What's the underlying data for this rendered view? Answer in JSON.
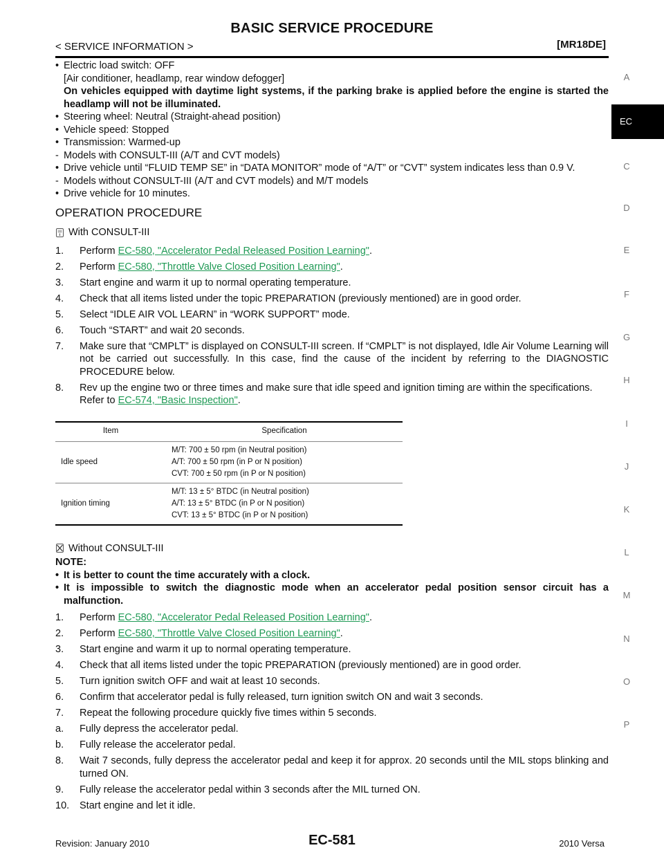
{
  "header": {
    "title": "BASIC SERVICE PROCEDURE",
    "section": "< SERVICE INFORMATION >",
    "model_code": "[MR18DE]"
  },
  "side_index": [
    "A",
    "EC",
    "C",
    "D",
    "E",
    "F",
    "G",
    "H",
    "I",
    "J",
    "K",
    "L",
    "M",
    "N",
    "O",
    "P"
  ],
  "prep": {
    "electric_load": "Electric load switch: OFF",
    "electric_load_detail": "[Air conditioner, headlamp, rear window defogger]",
    "drl_note": "On vehicles equipped with daytime light systems, if the parking brake is applied before the engine is started the headlamp will not be illuminated.",
    "steering": "Steering wheel: Neutral (Straight-ahead position)",
    "speed": "Vehicle speed: Stopped",
    "transmission": "Transmission: Warmed-up",
    "with_consult": "Models with CONSULT-III (A/T and CVT models)",
    "drive_until": "Drive vehicle until “FLUID TEMP SE” in “DATA MONITOR” mode of “A/T” or “CVT” system indicates less than 0.9 V.",
    "without_consult": "Models without CONSULT-III (A/T and CVT models) and M/T models",
    "drive_minutes": "Drive vehicle for 10 minutes."
  },
  "operation": {
    "heading": "OPERATION PROCEDURE",
    "with_label": "With CONSULT-III",
    "with_steps": {
      "s1_pre": "Perform ",
      "s1_link": "EC-580, \"Accelerator Pedal Released Position Learning\"",
      "s2_pre": "Perform ",
      "s2_link": "EC-580, \"Throttle Valve Closed Position Learning\"",
      "s3": "Start engine and warm it up to normal operating temperature.",
      "s4": "Check that all items listed under the topic PREPARATION (previously mentioned) are in good order.",
      "s5": "Select “IDLE AIR VOL LEARN” in “WORK SUPPORT” mode.",
      "s6": "Touch “START” and wait 20 seconds.",
      "s7": "Make sure that “CMPLT” is displayed on CONSULT-III screen. If “CMPLT” is not displayed, Idle Air Volume Learning will not be carried out successfully. In this case, find the cause of the incident by referring to the DIAGNOSTIC PROCEDURE below.",
      "s8": "Rev up the engine two or three times and make sure that idle speed and ignition timing are within the specifications.",
      "s8_refer": "Refer to ",
      "s8_link": "EC-574, \"Basic Inspection\""
    },
    "table": {
      "h_item": "Item",
      "h_spec": "Specification",
      "r1_item": "Idle speed",
      "r1_l1": "M/T: 700 ± 50 rpm (in Neutral position)",
      "r1_l2": "A/T: 700 ± 50 rpm (in P or N position)",
      "r1_l3": "CVT: 700 ± 50 rpm (in P or N position)",
      "r2_item": "Ignition timing",
      "r2_l1": "M/T: 13 ± 5° BTDC (in Neutral position)",
      "r2_l2": "A/T: 13 ± 5° BTDC (in P or N position)",
      "r2_l3": "CVT: 13 ± 5° BTDC (in P or N position)"
    },
    "without_label": "Without CONSULT-III",
    "note_label": "NOTE:",
    "note1": "It is better to count the time accurately with a clock.",
    "note2": "It is impossible to switch the diagnostic mode when an accelerator pedal position sensor circuit has a malfunction.",
    "without_steps": {
      "s1_pre": "Perform ",
      "s1_link": "EC-580, \"Accelerator Pedal Released Position Learning\"",
      "s2_pre": "Perform ",
      "s2_link": "EC-580, \"Throttle Valve Closed Position Learning\"",
      "s3": "Start engine and warm it up to normal operating temperature.",
      "s4": "Check that all items listed under the topic PREPARATION (previously mentioned) are in good order.",
      "s5": "Turn ignition switch OFF and wait at least 10 seconds.",
      "s6": "Confirm that accelerator pedal is fully released, turn ignition switch ON and wait 3 seconds.",
      "s7": "Repeat the following procedure quickly five times within 5 seconds.",
      "sa": "Fully depress the accelerator pedal.",
      "sb": "Fully release the accelerator pedal.",
      "s8": "Wait 7 seconds, fully depress the accelerator pedal and keep it for approx. 20 seconds until the MIL stops blinking and turned ON.",
      "s9": "Fully release the accelerator pedal within 3 seconds after the MIL turned ON.",
      "s10": "Start engine and let it idle."
    }
  },
  "footer": {
    "revision": "Revision: January 2010",
    "page": "EC-581",
    "model": "2010 Versa"
  }
}
